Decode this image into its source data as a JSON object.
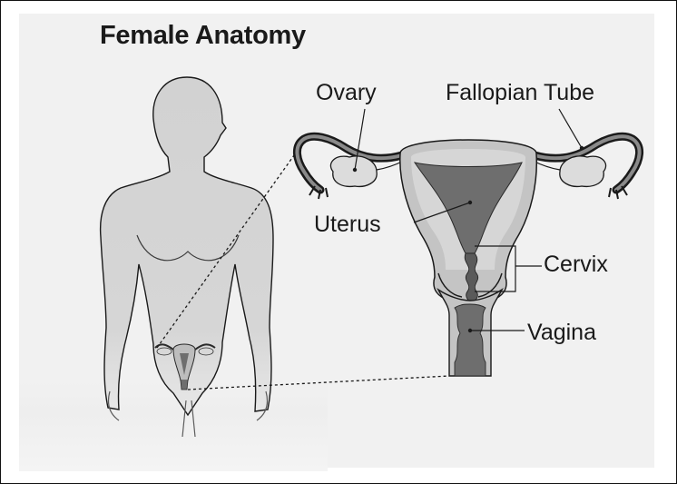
{
  "figure": {
    "title": "Female Anatomy",
    "labels": {
      "ovary": "Ovary",
      "fallopian_tube": "Fallopian Tube",
      "uterus": "Uterus",
      "cervix": "Cervix",
      "vagina": "Vagina"
    }
  },
  "colors": {
    "background": "#ffffff",
    "page_tint": "#ececec",
    "body_fill": "#d4d4d4",
    "outline": "#1a1a1a",
    "uterus_wall": "#c4c4c4",
    "cavity": "#6e6e6e",
    "ovary_fill": "#dcdcdc"
  }
}
